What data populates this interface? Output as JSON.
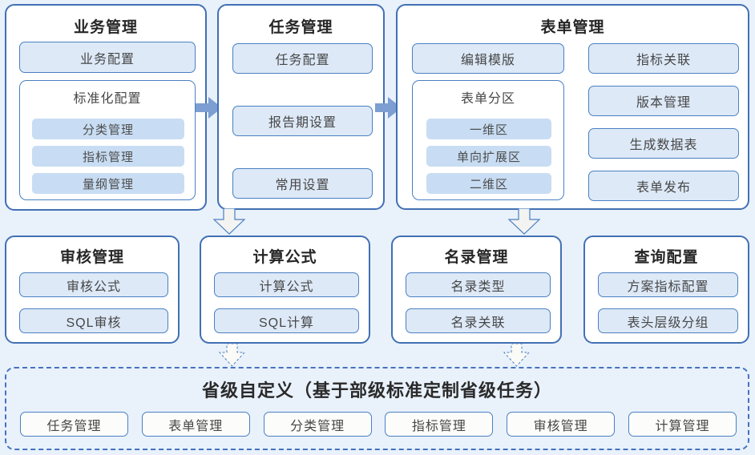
{
  "colors": {
    "page_bg": "#e9f1fb",
    "panel_bg": "#ffffff",
    "panel_border": "#4170b4",
    "node_bg": "#dde9f7",
    "node_border": "#4a80c2",
    "subnode_bg": "#c8ddf3",
    "solid_arrow": "#7c9ed2",
    "hollow_arrow_fill": "#f3f3f1",
    "dashed_border": "#4473c0",
    "title_text": "#262626",
    "node_text": "#474747"
  },
  "panels": {
    "business": {
      "title": "业务管理",
      "items": [
        "业务配置"
      ],
      "group": {
        "title": "标准化配置",
        "items": [
          "分类管理",
          "指标管理",
          "量纲管理"
        ]
      }
    },
    "task": {
      "title": "任务管理",
      "items": [
        "任务配置",
        "报告期设置",
        "常用设置"
      ]
    },
    "form": {
      "title": "表单管理",
      "left_items": [
        "编辑模版"
      ],
      "group": {
        "title": "表单分区",
        "items": [
          "一维区",
          "单向扩展区",
          "二维区"
        ]
      },
      "right_items": [
        "指标关联",
        "版本管理",
        "生成数据表",
        "表单发布"
      ]
    },
    "audit": {
      "title": "审核管理",
      "items": [
        "审核公式",
        "SQL审核"
      ]
    },
    "calc": {
      "title": "计算公式",
      "items": [
        "计算公式",
        "SQL计算"
      ]
    },
    "directory": {
      "title": "名录管理",
      "items": [
        "名录类型",
        "名录关联"
      ]
    },
    "query": {
      "title": "查询配置",
      "items": [
        "方案指标配置",
        "表头层级分组"
      ]
    }
  },
  "province": {
    "title": "省级自定义（基于部级标准定制省级任务）",
    "items": [
      "任务管理",
      "表单管理",
      "分类管理",
      "指标管理",
      "审核管理",
      "计算管理"
    ]
  }
}
